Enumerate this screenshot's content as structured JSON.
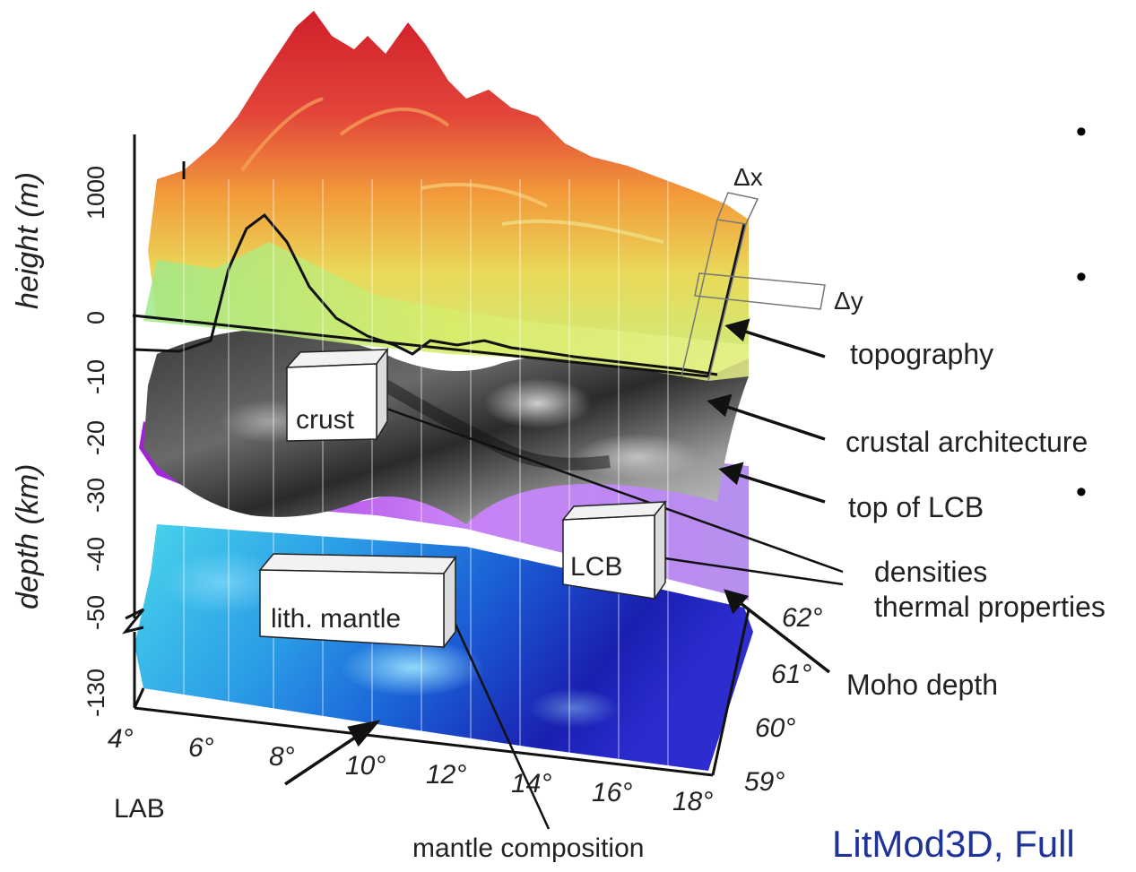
{
  "diagram": {
    "y_axis": {
      "height_title": "height (m)",
      "depth_title": "depth (km)",
      "height_ticks": [
        "1000",
        "0"
      ],
      "depth_ticks": [
        "-10",
        "-20",
        "-30",
        "-40",
        "-50",
        "-130"
      ]
    },
    "x_axis": {
      "longitude_ticks": [
        "4°",
        "6°",
        "8°",
        "10°",
        "12°",
        "14°",
        "16°",
        "18°"
      ],
      "latitude_ticks": [
        "62°",
        "61°",
        "60°",
        "59°"
      ]
    },
    "grid_cell": {
      "dx": "Δx",
      "dy": "Δy"
    },
    "layer_boxes": {
      "crust": "crust",
      "lcb": "LCB",
      "mantle": "lith. mantle"
    },
    "annotations": {
      "topography": "topography",
      "crustal_architecture": "crustal architecture",
      "top_of_lcb": "top of LCB",
      "densities": "densities",
      "thermal_properties": "thermal properties",
      "moho_depth": "Moho depth",
      "lab": "LAB",
      "mantle_composition": "mantle composition"
    },
    "colors": {
      "topography_high": "#d8232a",
      "topography_mid": "#f2a43a",
      "topography_low": "#dff07a",
      "crust": "#555555",
      "lcb": "#b36bf2",
      "mantle_light": "#4fd3ea",
      "mantle_dark": "#1f1fb8"
    }
  },
  "slide": {
    "footer_text": "LitMod3D, Full",
    "bullets": [
      "•",
      "•",
      "•"
    ]
  }
}
